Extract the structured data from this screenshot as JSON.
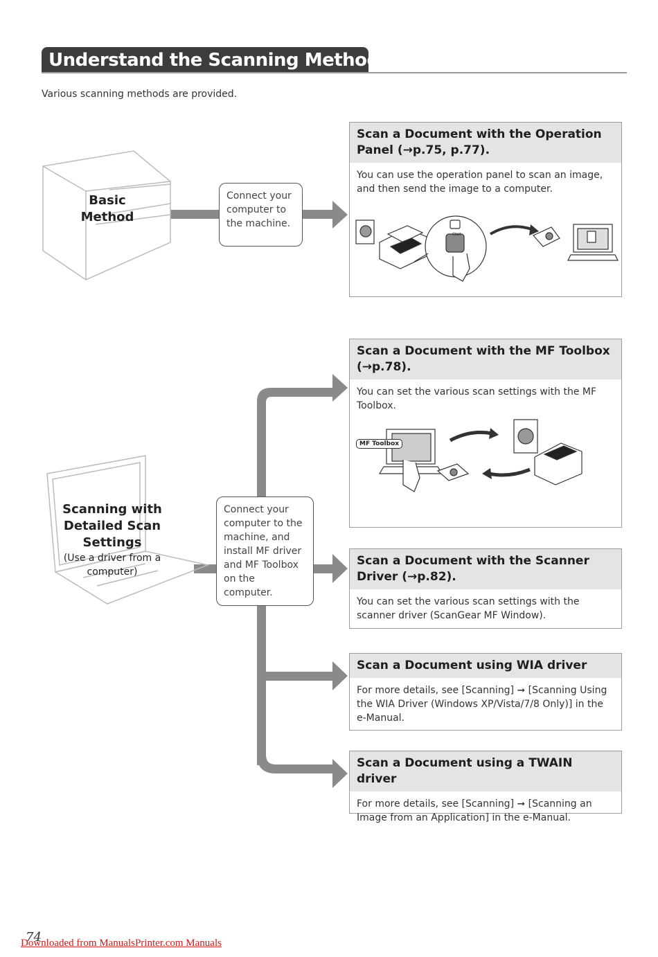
{
  "header": {
    "title": "Understand the Scanning Method",
    "intro": "Various scanning methods are provided."
  },
  "basic": {
    "label_line1": "Basic",
    "label_line2": "Method",
    "connector": "Connect your computer to the machine."
  },
  "detailed": {
    "label_line1": "Scanning with",
    "label_line2": "Detailed Scan",
    "label_line3": "Settings",
    "sub": "(Use a driver from a computer)",
    "connector": "Connect your computer to the machine, and install MF driver and MF Toolbox on the computer."
  },
  "cards": [
    {
      "title": "Scan a Document with the Operation Panel (→p.75, p.77).",
      "body": "You can use the operation panel to scan an image, and then send the image to a computer."
    },
    {
      "title": "Scan a Document with the MF Toolbox (→p.78).",
      "body": "You can set the various scan settings with the MF Toolbox."
    },
    {
      "title": "Scan a Document with the Scanner Driver (→p.82).",
      "body": "You can set the various scan settings with the scanner driver (ScanGear MF Window)."
    },
    {
      "title": "Scan a Document using WIA driver",
      "body": "For more details, see [Scanning] ➞ [Scanning Using the WIA Driver (Windows XP/Vista/7/8 Only)] in the e-Manual."
    },
    {
      "title": "Scan a Document using a TWAIN driver",
      "body": "For more details, see [Scanning] ➞ [Scanning an Image from an Application] in the e-Manual."
    }
  ],
  "illustration": {
    "start_label": "Start",
    "mf_toolbox_label": "MF Toolbox"
  },
  "footer": {
    "page_number": "74",
    "link_text": "Downloaded from ManualsPrinter.com Manuals"
  },
  "colors": {
    "flow_arrow": "#8a8a8a",
    "title_bar": "#3c3c3c",
    "card_header": "#e4e4e4",
    "footer_link": "#d01818"
  }
}
